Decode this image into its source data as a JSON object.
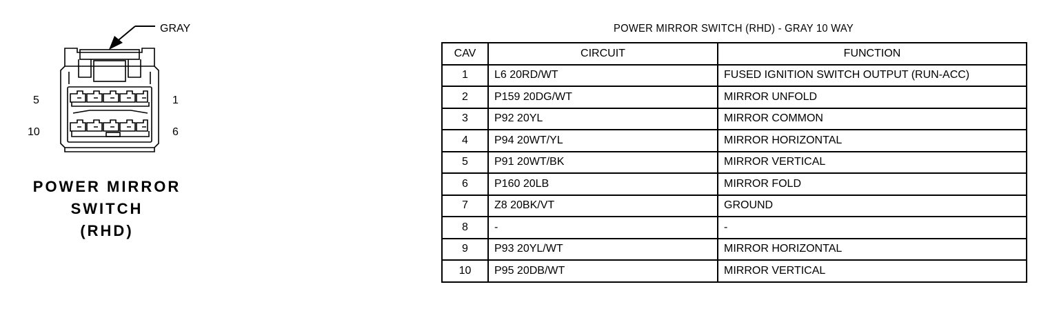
{
  "connector": {
    "color_label": "GRAY",
    "pin_labels": {
      "top_left": "5",
      "top_right": "1",
      "bottom_left": "10",
      "bottom_right": "6"
    },
    "title_lines": [
      "POWER MIRROR",
      "SWITCH",
      "(RHD)"
    ]
  },
  "table": {
    "title": "POWER MIRROR SWITCH (RHD) - GRAY 10 WAY",
    "headers": {
      "cav": "CAV",
      "circuit": "CIRCUIT",
      "function": "FUNCTION"
    },
    "rows": [
      {
        "cav": "1",
        "circuit": "L6 20RD/WT",
        "function": "FUSED IGNITION SWITCH OUTPUT (RUN-ACC)"
      },
      {
        "cav": "2",
        "circuit": "P159 20DG/WT",
        "function": "MIRROR UNFOLD"
      },
      {
        "cav": "3",
        "circuit": "P92 20YL",
        "function": "MIRROR COMMON"
      },
      {
        "cav": "4",
        "circuit": "P94 20WT/YL",
        "function": "MIRROR HORIZONTAL"
      },
      {
        "cav": "5",
        "circuit": "P91 20WT/BK",
        "function": "MIRROR VERTICAL"
      },
      {
        "cav": "6",
        "circuit": "P160 20LB",
        "function": "MIRROR FOLD"
      },
      {
        "cav": "7",
        "circuit": "Z8 20BK/VT",
        "function": "GROUND"
      },
      {
        "cav": "8",
        "circuit": "-",
        "function": "-"
      },
      {
        "cav": "9",
        "circuit": "P93 20YL/WT",
        "function": "MIRROR HORIZONTAL"
      },
      {
        "cav": "10",
        "circuit": "P95 20DB/WT",
        "function": "MIRROR VERTICAL"
      }
    ]
  }
}
